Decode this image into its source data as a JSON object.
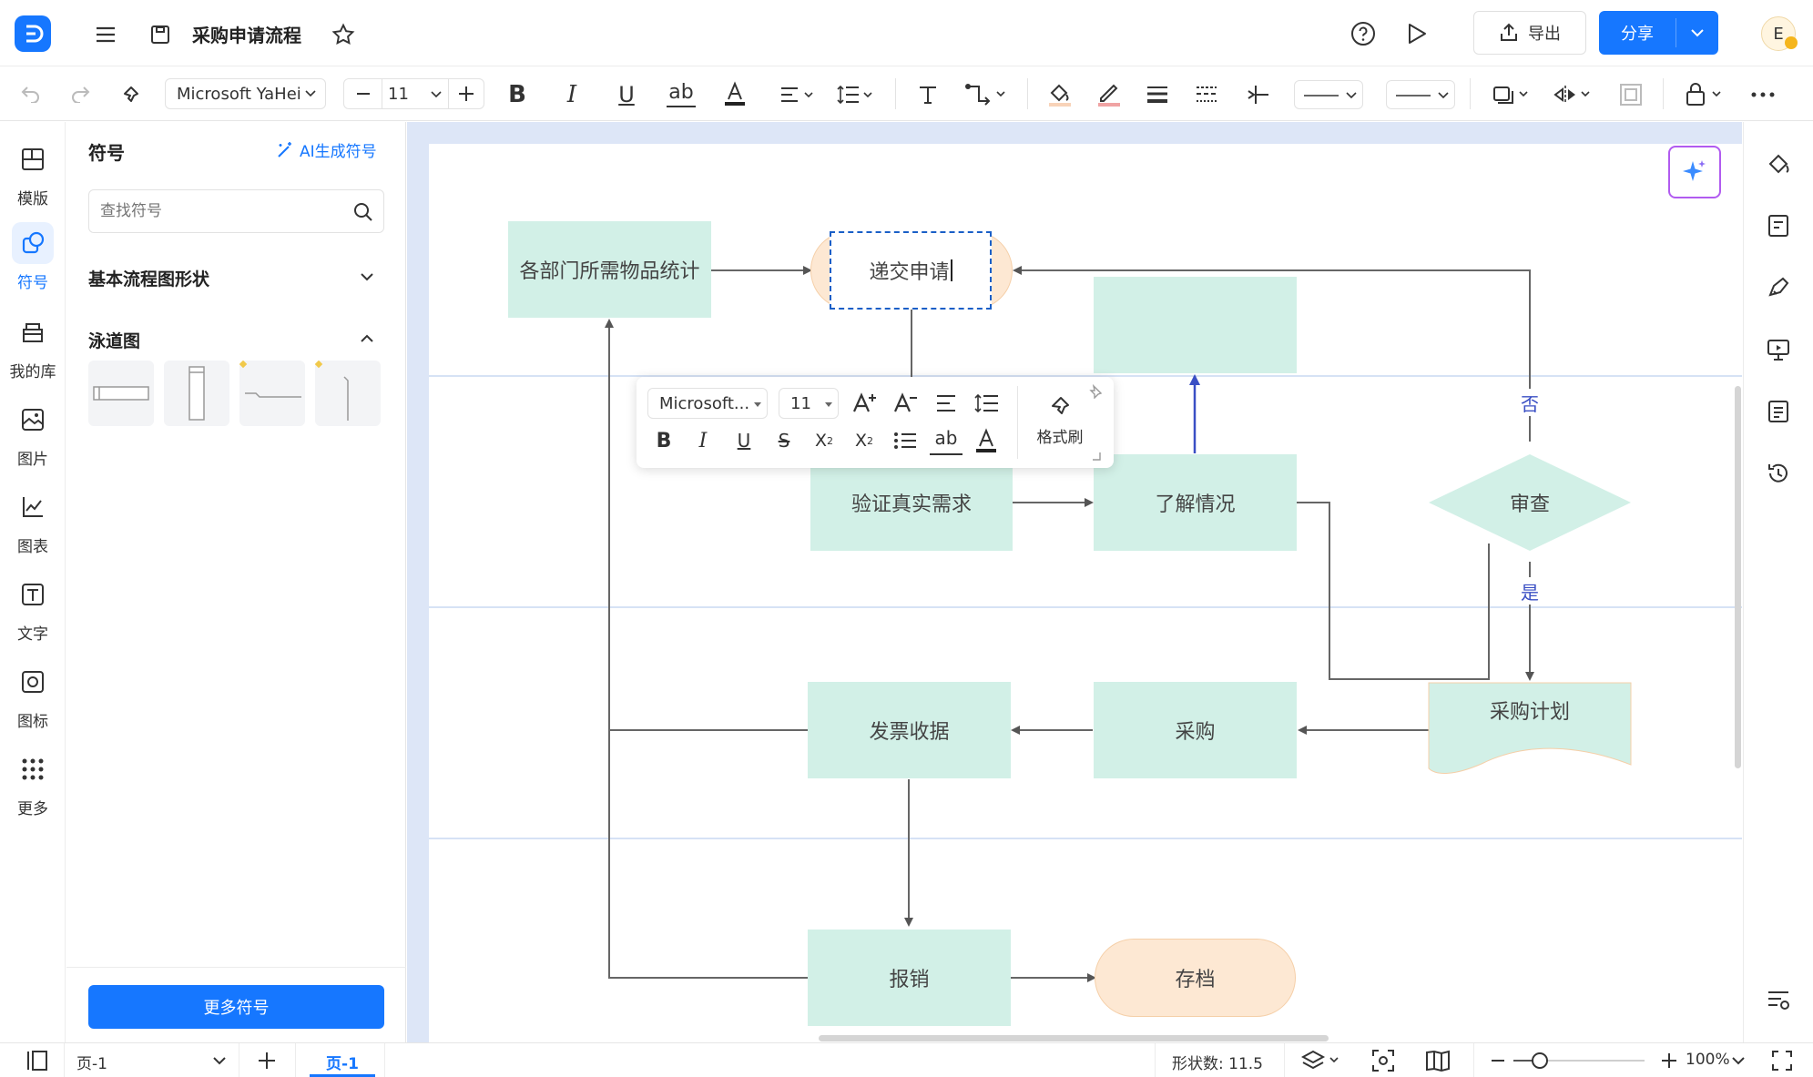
{
  "app": {
    "doc_title": "采购申请流程",
    "export_label": "导出",
    "share_label": "分享",
    "avatar_letter": "E",
    "accent": "#1677ff"
  },
  "toolbar": {
    "font_family": "Microsoft YaHei",
    "font_size": "11"
  },
  "rail": {
    "items": [
      {
        "label": "模版",
        "icon": "template-icon"
      },
      {
        "label": "符号",
        "icon": "symbol-icon"
      },
      {
        "label": "我的库",
        "icon": "library-icon"
      },
      {
        "label": "图片",
        "icon": "image-icon"
      },
      {
        "label": "图表",
        "icon": "chart-icon"
      },
      {
        "label": "文字",
        "icon": "text-icon"
      },
      {
        "label": "图标",
        "icon": "icon-icon"
      },
      {
        "label": "更多",
        "icon": "more-icon"
      }
    ]
  },
  "panel": {
    "title": "符号",
    "ai_label": "AI生成符号",
    "search_placeholder": "查找符号",
    "section_basic": "基本流程图形状",
    "section_swimlane": "泳道图",
    "more_button": "更多符号"
  },
  "flow": {
    "n_dept": "各部门所需物品统计",
    "n_submit": "递交申请",
    "n_verify": "验证真实需求",
    "n_learn": "了解情况",
    "n_review": "审查",
    "n_no": "否",
    "n_yes": "是",
    "n_plan": "采购计划",
    "n_buy": "采购",
    "n_invoice": "发票收据",
    "n_reimb": "报销",
    "n_archive": "存档"
  },
  "text_toolbar": {
    "font": "Microsoft...",
    "size": "11",
    "format_brush": "格式刷"
  },
  "status": {
    "page_select": "页-1",
    "page_tab": "页-1",
    "shape_count": "形状数: 11.5",
    "zoom": "100%",
    "zoom_fraction": 0.2
  }
}
